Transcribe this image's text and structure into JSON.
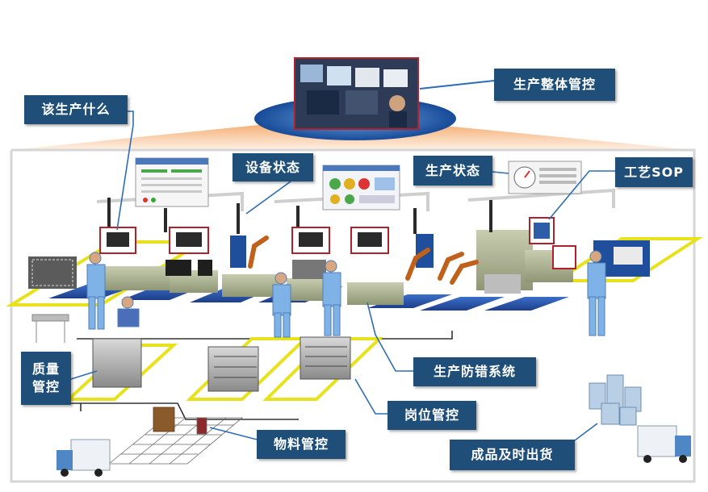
{
  "labels": {
    "overall_control": "生产整体管控",
    "what_to_produce": "该生产什么",
    "equipment_status": "设备状态",
    "production_status": "生产状态",
    "process_sop": "工艺SOP",
    "quality_control_line1": "质量",
    "quality_control_line2": "管控",
    "error_proofing": "生产防错系统",
    "post_control": "岗位管控",
    "material_control": "物料管控",
    "finished_goods_delivery": "成品及时出货"
  },
  "colors": {
    "label_bg": "#1f4e79",
    "label_text": "#ffffff",
    "zone_outline": "#e8e21c",
    "callout_frame": "#b0222a",
    "light_cone": "#f4a460",
    "platform": "#1a4a9a",
    "worker": "#7fb2e6",
    "floor_frame": "#d6d6d6"
  }
}
